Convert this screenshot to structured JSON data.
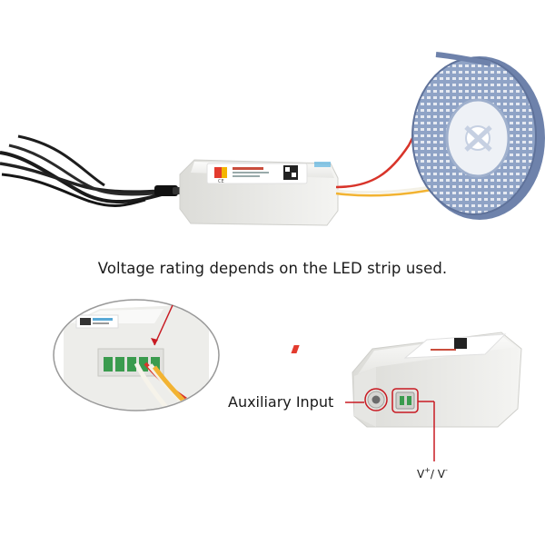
{
  "caption": "Voltage rating depends on the LED strip used.",
  "auxiliary_label": "Auxiliary Input",
  "voltage_label": {
    "v": "V",
    "plus": "+",
    "separator": "/ V",
    "minus": "-"
  },
  "colors": {
    "strip_led": "#8fa3c6",
    "wire_red": "#d8342a",
    "wire_yellow": "#f2b332",
    "wire_white": "#f4f1e6",
    "callout": "#c81a22",
    "housing": "#f1f1ef"
  }
}
